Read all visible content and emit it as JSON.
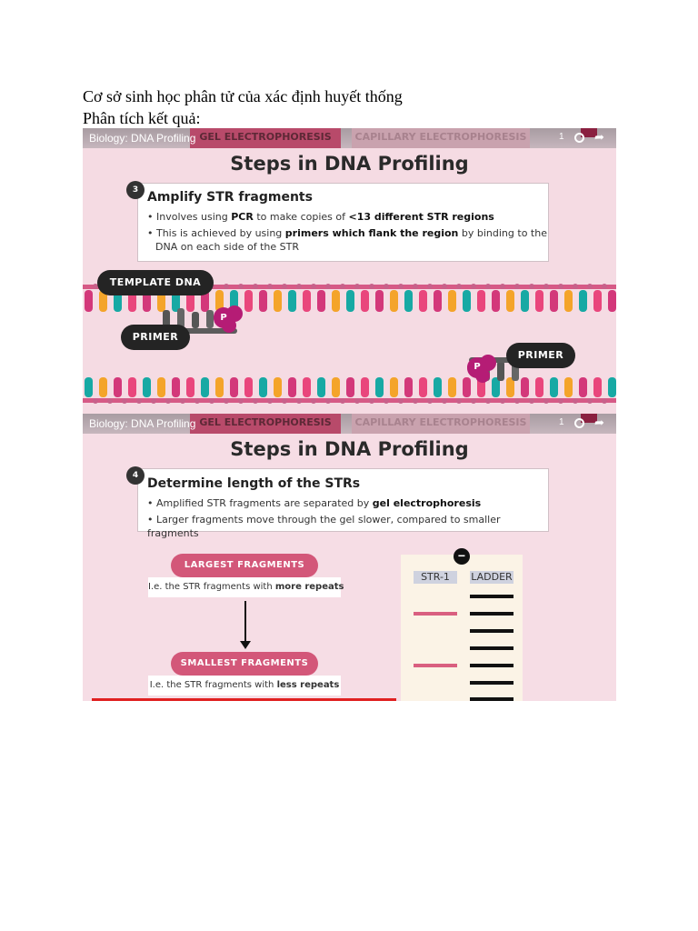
{
  "heading": {
    "line1": "Cơ sở sinh học phân tử của xác định huyết thống",
    "line2": "Phân tích kết quả:"
  },
  "video_bar": {
    "title": "Biology: DNA Profiling",
    "tab_gel": "GEL ELECTROPHORESIS",
    "tab_capillary": "CAPILLARY ELECTROPHORESIS",
    "counter": "1"
  },
  "slide1": {
    "title": "Steps in DNA Profiling",
    "step_number": "3",
    "step_title": "Amplify STR fragments",
    "bullet1": {
      "pre": "• Involves using ",
      "b1": "PCR",
      "mid": " to make copies of ",
      "b2": "<13 different STR regions"
    },
    "bullet2": {
      "pre": "• This is achieved by using ",
      "b1": "primers which flank the region",
      "post": " by binding to the"
    },
    "bullet2_cont": "DNA on each side of the STR",
    "label_template": "TEMPLATE DNA",
    "label_primer_left": "PRIMER",
    "label_primer_right": "PRIMER",
    "phosphate": "P",
    "colors": {
      "pink": "#e9467c",
      "teal": "#17a9a4",
      "orange": "#f4a42a",
      "magenta": "#d3387a",
      "backbone": "#d65a86"
    }
  },
  "slide2": {
    "title": "Steps in DNA Profiling",
    "step_number": "4",
    "step_title": "Determine length of the STRs",
    "bullet1": {
      "pre": "• Amplified STR fragments are separated by ",
      "b1": "gel electrophoresis"
    },
    "bullet2": "• Larger fragments move through the gel slower, compared to smaller fragments",
    "largest_label": "LARGEST FRAGMENTS",
    "largest_sub": {
      "pre": "I.e. the STR fragments with ",
      "b1": "more repeats"
    },
    "smallest_label": "SMALLEST FRAGMENTS",
    "smallest_sub": {
      "pre": "I.e. the STR fragments with ",
      "b1": "less repeats"
    },
    "gel_minus": "−",
    "col_str": "STR-1",
    "col_ladder": "LADDER"
  }
}
